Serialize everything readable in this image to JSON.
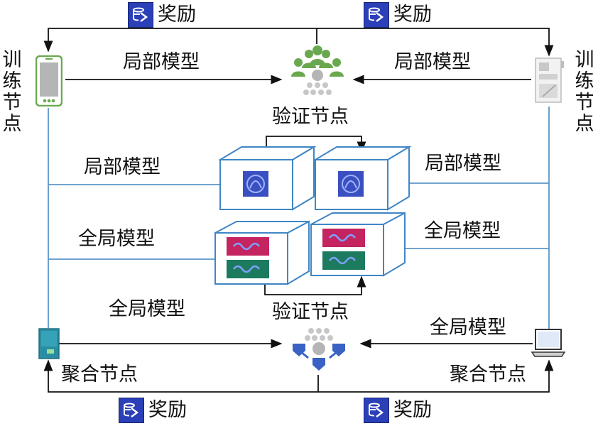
{
  "labels": {
    "reward": "奖励",
    "local_model": "局部模型",
    "global_model": "全局模型",
    "training_node": "训练节点",
    "validation_node": "验证节点",
    "aggregation_node": "聚合节点"
  },
  "colors": {
    "line_blue": "#5b96c8",
    "arrow_black": "#111111",
    "reward_badge": "#2b3fb8",
    "cube_stroke": "#3f86c6",
    "model_icon_bg": "#3a4fc0",
    "global_panel_top": "#c4245f",
    "global_panel_bottom": "#1c7a5e",
    "validator_green": "#6aa84f",
    "aggregator_blue": "#3a62c4"
  },
  "icons": {
    "reward": "ledger-reward-icon",
    "trainer_left": "smartphone-icon",
    "trainer_right": "document-device-icon",
    "aggregator_left": "server-tower-icon",
    "aggregator_right": "laptop-icon",
    "validator_top": "people-group-icon",
    "validator_bottom": "network-cluster-icon"
  }
}
